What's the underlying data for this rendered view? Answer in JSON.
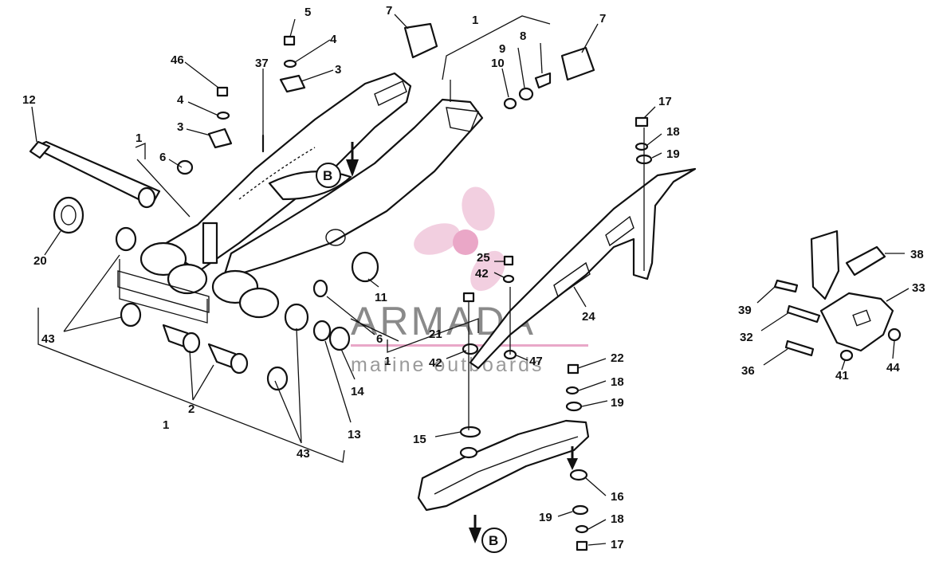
{
  "watermark": {
    "brand": "ARMADA",
    "tagline": "marine outboards",
    "accent_color": "#e9a8c8",
    "text_color": "#8a8a8a"
  },
  "reference_markers": {
    "upper": "B",
    "lower": "B"
  },
  "callouts": {
    "c5": "5",
    "c4a": "4",
    "c3a": "3",
    "c46": "46",
    "c4b": "4",
    "c3b": "3",
    "c37": "37",
    "c6a": "6",
    "c1a": "1",
    "c12": "12",
    "c20": "20",
    "c7a": "7",
    "c1top": "1",
    "c10": "10",
    "c9": "9",
    "c8": "8",
    "c7b": "7",
    "c17a": "17",
    "c18a": "18",
    "c19a": "19",
    "c43a": "43",
    "c2": "2",
    "c1b": "1",
    "c43b": "43",
    "c11": "11",
    "c6b": "6",
    "c14": "14",
    "c13": "13",
    "c25": "25",
    "c42a": "42",
    "c21": "21",
    "c42b": "42",
    "c47": "47",
    "c1c": "1",
    "c24": "24",
    "c22": "22",
    "c18b": "18",
    "c19b": "19",
    "c15": "15",
    "c16": "16",
    "c19c": "19",
    "c18c": "18",
    "c17b": "17",
    "c38": "38",
    "c33": "33",
    "c39": "39",
    "c32": "32",
    "c36": "36",
    "c41": "41",
    "c44": "44"
  }
}
